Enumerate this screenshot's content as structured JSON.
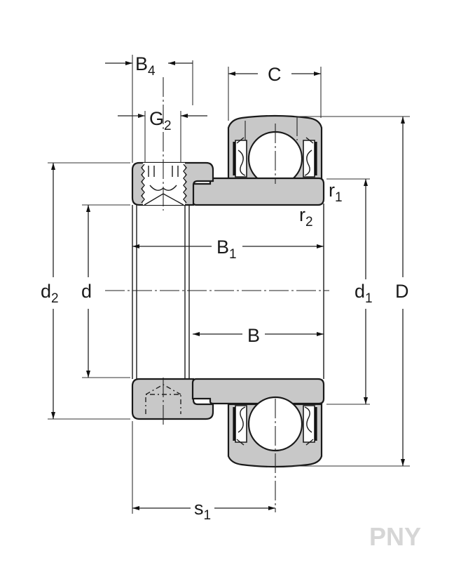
{
  "diagram": {
    "title": "Insert bearing with eccentric locking collar - dimension drawing",
    "labels": {
      "B4": {
        "main": "B",
        "sub": "4"
      },
      "G2": {
        "main": "G",
        "sub": "2"
      },
      "C": {
        "main": "C",
        "sub": ""
      },
      "r1": {
        "main": "r",
        "sub": "1"
      },
      "r2": {
        "main": "r",
        "sub": "2"
      },
      "B1": {
        "main": "B",
        "sub": "1"
      },
      "B": {
        "main": "B",
        "sub": ""
      },
      "d2": {
        "main": "d",
        "sub": "2"
      },
      "d": {
        "main": "d",
        "sub": ""
      },
      "d1": {
        "main": "d",
        "sub": "1"
      },
      "D": {
        "main": "D",
        "sub": ""
      },
      "s1": {
        "main": "s",
        "sub": "1"
      }
    },
    "watermark": "PNY",
    "colors": {
      "part_fill": "#c8c8c8",
      "line": "#1a1a1a",
      "watermark": "#d6d6d6"
    }
  }
}
